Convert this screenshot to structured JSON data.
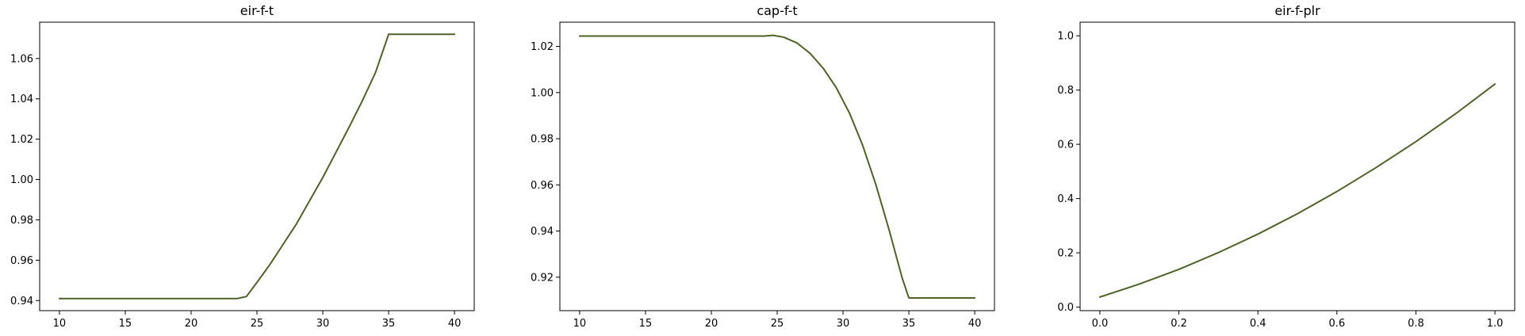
{
  "colors": {
    "series": "#4f6228",
    "axes": "#000000",
    "background": "#ffffff"
  },
  "chart_data": [
    {
      "type": "line",
      "title": "eir-f-t",
      "xlabel": "",
      "ylabel": "",
      "xlim": [
        8.5,
        41.5
      ],
      "ylim": [
        0.935,
        1.078
      ],
      "grid": false,
      "xticks": [
        10,
        15,
        20,
        25,
        30,
        35,
        40
      ],
      "xtick_labels": [
        "10",
        "15",
        "20",
        "25",
        "30",
        "35",
        "40"
      ],
      "yticks": [
        0.94,
        0.96,
        0.98,
        1.0,
        1.02,
        1.04,
        1.06
      ],
      "ytick_labels": [
        "0.94",
        "0.96",
        "0.98",
        "1.00",
        "1.02",
        "1.04",
        "1.06"
      ],
      "series": [
        {
          "x": [
            10,
            23.5,
            24.2,
            25,
            26,
            27,
            28,
            29,
            30,
            31,
            32,
            33,
            34,
            35,
            36,
            40
          ],
          "y": [
            0.941,
            0.941,
            0.942,
            0.949,
            0.958,
            0.968,
            0.978,
            0.9895,
            1.001,
            1.0135,
            1.026,
            1.039,
            1.053,
            1.072,
            1.072,
            1.072
          ]
        }
      ]
    },
    {
      "type": "line",
      "title": "cap-f-t",
      "xlabel": "",
      "ylabel": "",
      "xlim": [
        8.5,
        41.5
      ],
      "ylim": [
        0.9055,
        1.0305
      ],
      "grid": false,
      "xticks": [
        10,
        15,
        20,
        25,
        30,
        35,
        40
      ],
      "xtick_labels": [
        "10",
        "15",
        "20",
        "25",
        "30",
        "35",
        "40"
      ],
      "yticks": [
        0.92,
        0.94,
        0.96,
        0.98,
        1.0,
        1.02
      ],
      "ytick_labels": [
        "0.92",
        "0.94",
        "0.96",
        "0.98",
        "1.00",
        "1.02"
      ],
      "series": [
        {
          "x": [
            10,
            24,
            24.7,
            25.5,
            26.5,
            27.5,
            28.5,
            29.5,
            30.5,
            31.5,
            32.5,
            33.5,
            34.5,
            35,
            36,
            40
          ],
          "y": [
            1.0245,
            1.0245,
            1.0248,
            1.024,
            1.0215,
            1.017,
            1.0105,
            1.002,
            0.991,
            0.977,
            0.96,
            0.9405,
            0.9195,
            0.911,
            0.911,
            0.911
          ]
        }
      ]
    },
    {
      "type": "line",
      "title": "eir-f-plr",
      "xlabel": "",
      "ylabel": "",
      "xlim": [
        -0.05,
        1.05
      ],
      "ylim": [
        -0.013,
        1.05
      ],
      "grid": false,
      "xticks": [
        0.0,
        0.2,
        0.4,
        0.6,
        0.8,
        1.0
      ],
      "xtick_labels": [
        "0.0",
        "0.2",
        "0.4",
        "0.6",
        "0.8",
        "1.0"
      ],
      "yticks": [
        0.0,
        0.2,
        0.4,
        0.6,
        0.8,
        1.0
      ],
      "ytick_labels": [
        "0.0",
        "0.2",
        "0.4",
        "0.6",
        "0.8",
        "1.0"
      ],
      "series": [
        {
          "x": [
            0.0,
            0.1,
            0.2,
            0.3,
            0.4,
            0.5,
            0.6,
            0.7,
            0.8,
            0.9,
            1.0
          ],
          "y": [
            0.037,
            0.085,
            0.139,
            0.201,
            0.269,
            0.344,
            0.426,
            0.515,
            0.61,
            0.712,
            0.822
          ]
        }
      ]
    }
  ]
}
